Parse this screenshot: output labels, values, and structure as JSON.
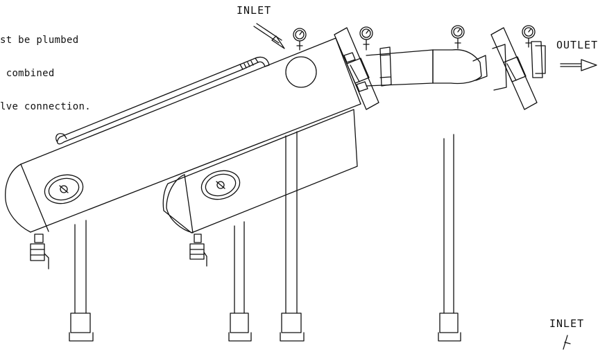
{
  "note": {
    "lines": [
      "st be plumbed",
      " combined",
      "lve connection."
    ]
  },
  "labels": {
    "inlet_top": "INLET",
    "outlet": "OUTLET",
    "inlet_bottom": "INLET"
  },
  "colors": {
    "line": "#111111",
    "background": "#ffffff"
  }
}
